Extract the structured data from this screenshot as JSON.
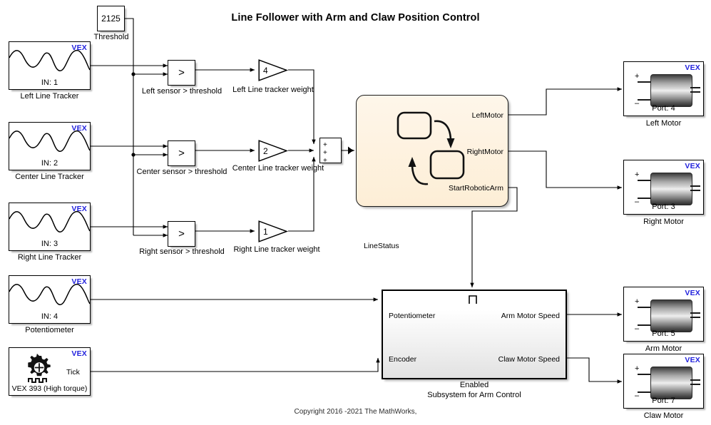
{
  "title": "Line Follower with Arm and Claw Position Control",
  "copyright": "Copyright 2016 -2021 The MathWorks,",
  "vex_tag": "VEX",
  "threshold": {
    "value": "2125",
    "label": "Threshold"
  },
  "sensors": [
    {
      "in": "IN: 1",
      "label": "Left Line Tracker"
    },
    {
      "in": "IN: 2",
      "label": "Center Line Tracker"
    },
    {
      "in": "IN: 3",
      "label": "Right Line Tracker"
    },
    {
      "in": "IN: 4",
      "label": "Potentiometer"
    }
  ],
  "encoder": {
    "label": "VEX 393 (High torque)",
    "port_label": "Tick"
  },
  "comparators": [
    {
      "op": ">",
      "label": "Left sensor > threshold"
    },
    {
      "op": ">",
      "label": "Center sensor > threshold"
    },
    {
      "op": ">",
      "label": "Right sensor > threshold"
    }
  ],
  "gains": [
    {
      "value": "4",
      "label": "Left Line tracker weight"
    },
    {
      "value": "2",
      "label": "Center Line tracker weight"
    },
    {
      "value": "1",
      "label": "Right Line tracker weight"
    }
  ],
  "sum_block": {
    "signs": [
      "+",
      "+",
      "+"
    ]
  },
  "chart": {
    "input_port": "LineStatus",
    "output_ports": [
      "LeftMotor",
      "RightMotor",
      "StartRoboticArm"
    ],
    "fill_color": "#fdeed6"
  },
  "subsystem": {
    "inputs": [
      "Potentiometer",
      "Encoder"
    ],
    "outputs": [
      "Arm Motor Speed",
      "Claw Motor Speed"
    ],
    "label_line1": "Enabled",
    "label_line2": "Subsystem for Arm Control",
    "enable_icon": "enable-pulse-icon"
  },
  "motors": [
    {
      "port": "Port: 4",
      "label": "Left Motor",
      "plus": "+",
      "minus": "–"
    },
    {
      "port": "Port: 3",
      "label": "Right Motor",
      "plus": "+",
      "minus": "–"
    },
    {
      "port": "Port: 5",
      "label": "Arm Motor",
      "plus": "+",
      "minus": "–"
    },
    {
      "port": "Port: 7",
      "label": "Claw Motor",
      "plus": "+",
      "minus": "–"
    }
  ],
  "icons": {
    "waveform": "sine-waveform-icon",
    "gear": "gear-icon",
    "pulse": "pulse-train-icon",
    "state": "state-transition-icon"
  }
}
